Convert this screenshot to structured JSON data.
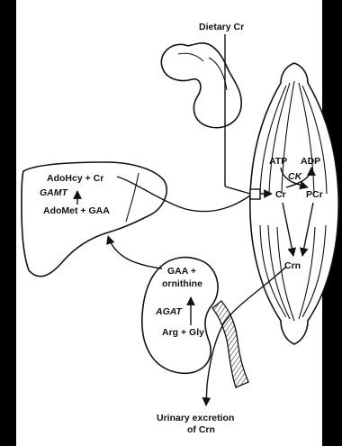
{
  "labels": {
    "dietary_cr": "Dietary Cr",
    "adohcy_cr": "AdoHcy + Cr",
    "gamt": "GAMT",
    "adomet_gaa": "AdoMet + GAA",
    "gaa_plus": "GAA +",
    "ornithine": "ornithine",
    "agat": "AGAT",
    "arg_gly": "Arg + Gly",
    "atp": "ATP",
    "adp": "ADP",
    "ck": "CK",
    "cr": "Cr",
    "pcr": "PCr",
    "crn": "Crn",
    "urinary_line1": "Urinary excretion",
    "urinary_line2": "of Crn"
  }
}
